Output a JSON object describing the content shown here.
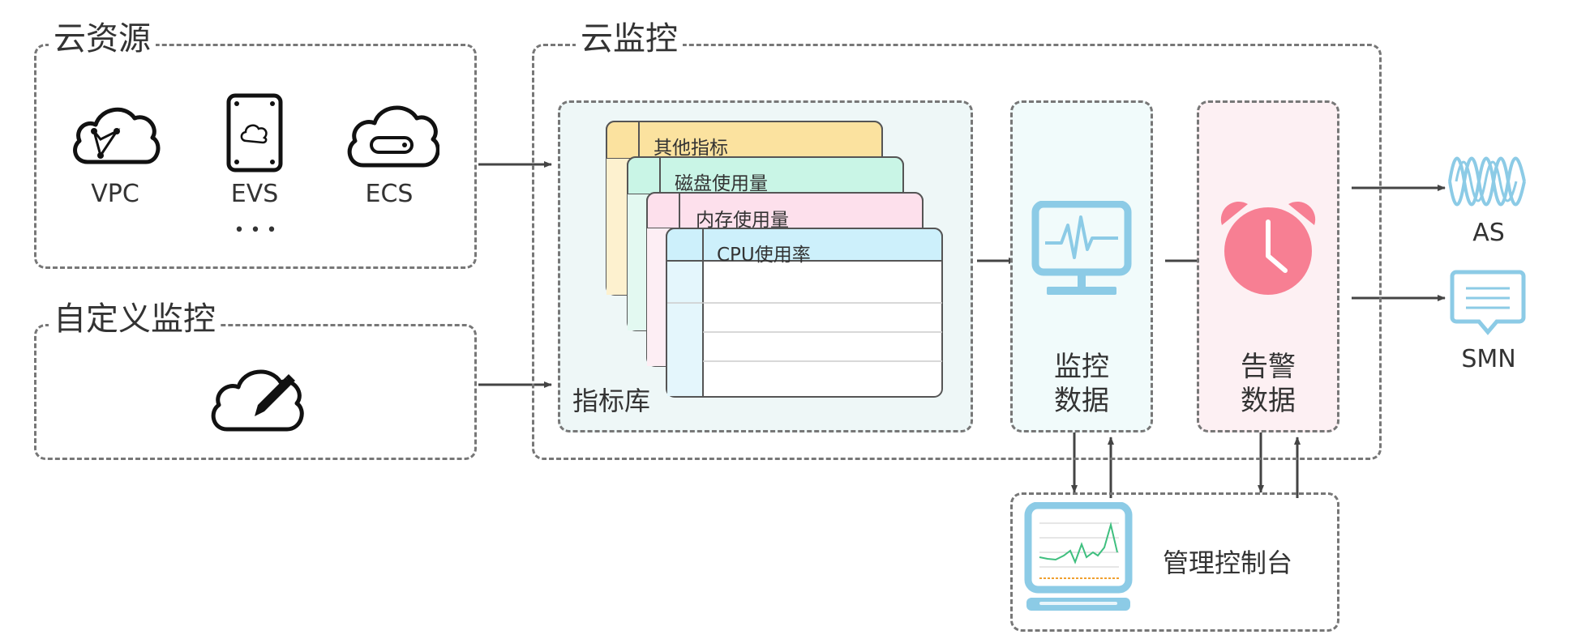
{
  "cloud_resources": {
    "title": "云资源",
    "items": [
      {
        "label": "VPC",
        "icon": "vpc-cloud-icon"
      },
      {
        "label": "EVS",
        "icon": "evs-disk-icon"
      },
      {
        "label": "ECS",
        "icon": "ecs-server-icon"
      }
    ],
    "more": "• • •"
  },
  "custom_monitoring": {
    "title": "自定义监控",
    "icon": "cloud-edit-icon"
  },
  "cloud_monitoring": {
    "title": "云监控",
    "metric_library": {
      "label": "指标库",
      "tables": [
        {
          "name": "其他指标",
          "color": "#fbe29f"
        },
        {
          "name": "磁盘使用量",
          "color": "#c9f5e6"
        },
        {
          "name": "内存使用量",
          "color": "#fde0ec"
        },
        {
          "name": "CPU使用率",
          "color": "#cdf0fb"
        }
      ]
    },
    "monitoring_data": {
      "label_line1": "监控",
      "label_line2": "数据",
      "icon": "monitor-pulse-icon"
    },
    "alarm_data": {
      "label_line1": "告警",
      "label_line2": "数据",
      "icon": "alarm-clock-icon"
    }
  },
  "outputs": [
    {
      "label": "AS",
      "icon": "as-wave-icon"
    },
    {
      "label": "SMN",
      "icon": "smn-message-icon"
    }
  ],
  "console": {
    "label": "管理控制台",
    "icon": "console-chart-icon"
  },
  "colors": {
    "border": "#777777",
    "arrow": "#444444",
    "icon_blue": "#8ccbe6",
    "alarm_red": "#f77f93",
    "library_bg": "#eef7f7",
    "monitor_bg": "#f1fbfb",
    "alarm_bg": "#fdf0f3"
  }
}
